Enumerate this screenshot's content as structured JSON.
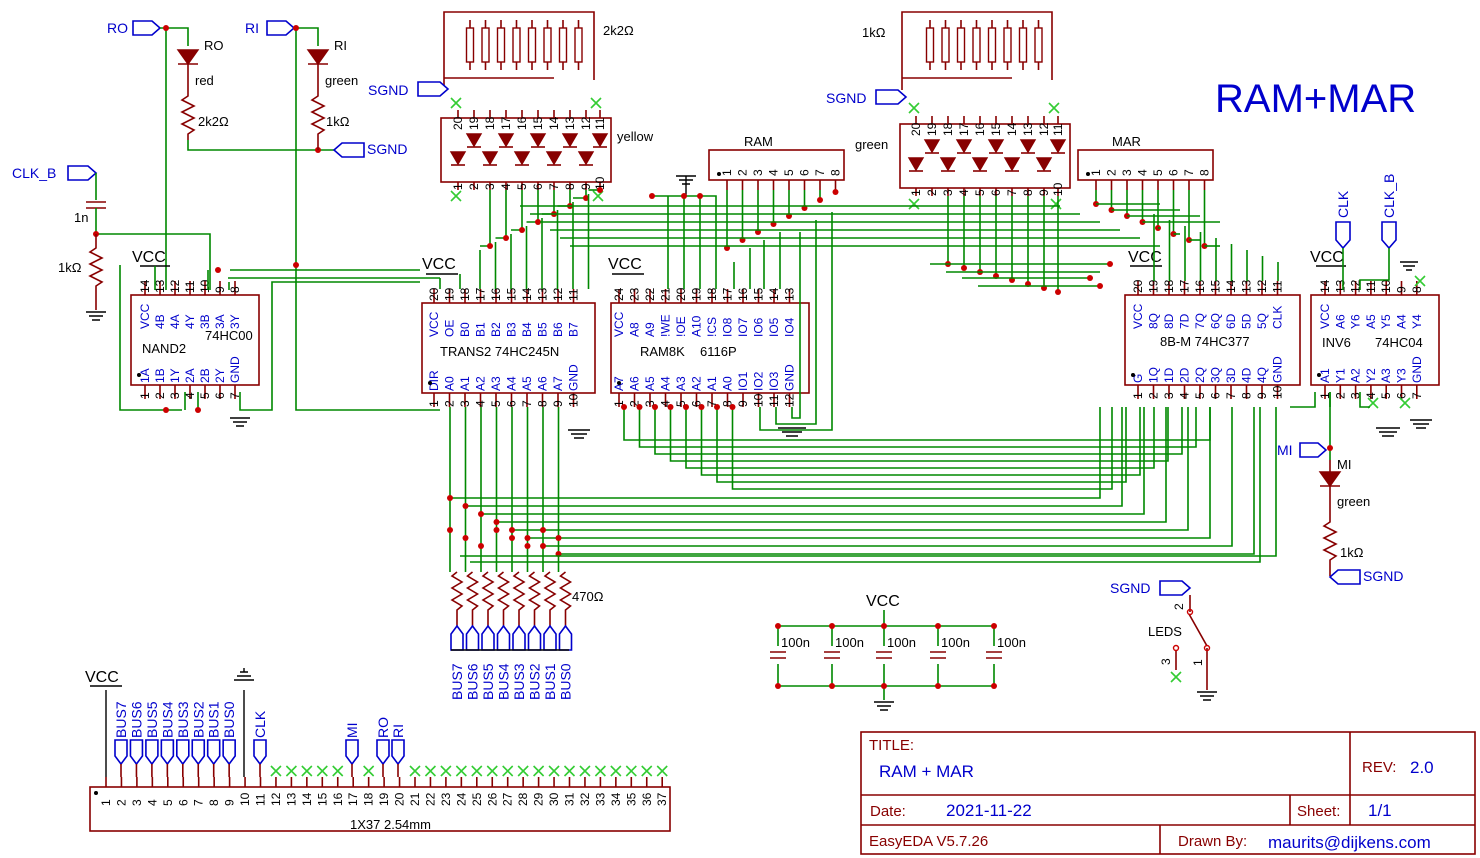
{
  "title_text": "RAM+MAR",
  "labels": {
    "ro": "RO",
    "ri": "RI",
    "clk_b": "CLK_B",
    "sgnd": "SGND",
    "mi": "MI",
    "clk": "CLK",
    "vcc": "VCC"
  },
  "components": {
    "led_ro": "RO",
    "led_ro_color": "red",
    "res_ro": "2k2Ω",
    "led_ri": "RI",
    "led_ri_color": "green",
    "res_ri": "1kΩ",
    "cap_clk": "1n",
    "res_clk": "1kΩ",
    "res_array_top": "2k2Ω",
    "led_bar_yellow": "yellow",
    "res_array_mar": "1kΩ",
    "led_bar_green": "green",
    "header_ram": "RAM",
    "header_mar": "MAR",
    "res_bus": "470Ω",
    "cap": "100n",
    "switch": "LEDS",
    "led_mi": "MI",
    "led_mi_color": "green",
    "res_mi": "1kΩ",
    "connector": "1X37 2.54mm"
  },
  "chips": {
    "nand": {
      "name": "NAND2",
      "part": "74HC00",
      "top_pins": [
        "14",
        "13",
        "12",
        "11",
        "10",
        "9",
        "8"
      ],
      "top_names": [
        "VCC",
        "4B",
        "4A",
        "4Y",
        "3B",
        "3A",
        "3Y"
      ],
      "bot_pins": [
        "1",
        "2",
        "3",
        "4",
        "5",
        "6",
        "7"
      ],
      "bot_names": [
        "1A",
        "1B",
        "1Y",
        "2A",
        "2B",
        "2Y",
        "GND"
      ]
    },
    "trans": {
      "name": "TRANS2",
      "part": "74HC245N",
      "top_pins": [
        "20",
        "19",
        "18",
        "17",
        "16",
        "15",
        "14",
        "13",
        "12",
        "11"
      ],
      "top_names": [
        "VCC",
        "OE",
        "B0",
        "B1",
        "B2",
        "B3",
        "B4",
        "B5",
        "B6",
        "B7"
      ],
      "bot_pins": [
        "1",
        "2",
        "3",
        "4",
        "5",
        "6",
        "7",
        "8",
        "9",
        "10"
      ],
      "bot_names": [
        "DIR",
        "A0",
        "A1",
        "A2",
        "A3",
        "A4",
        "A5",
        "A6",
        "A7",
        "GND"
      ]
    },
    "ram": {
      "name": "RAM8K",
      "part": "6116P",
      "top_pins": [
        "24",
        "23",
        "22",
        "21",
        "20",
        "19",
        "18",
        "17",
        "16",
        "15",
        "14",
        "13"
      ],
      "top_names": [
        "VCC",
        "A8",
        "A9",
        "!WE",
        "!OE",
        "A10",
        "!CS",
        "IO8",
        "IO7",
        "IO6",
        "IO5",
        "IO4"
      ],
      "bot_pins": [
        "1",
        "2",
        "3",
        "4",
        "5",
        "6",
        "7",
        "8",
        "9",
        "10",
        "11",
        "12"
      ],
      "bot_names": [
        "A7",
        "A6",
        "A5",
        "A4",
        "A3",
        "A2",
        "A1",
        "A0",
        "IO1",
        "IO2",
        "IO3",
        "GND"
      ]
    },
    "mar": {
      "name": "8B-M",
      "part": "74HC377",
      "top_pins": [
        "20",
        "19",
        "18",
        "17",
        "16",
        "15",
        "14",
        "13",
        "12",
        "11"
      ],
      "top_names": [
        "VCC",
        "8Q",
        "8D",
        "7D",
        "7Q",
        "6Q",
        "6D",
        "5D",
        "5Q",
        "CLK"
      ],
      "bot_pins": [
        "1",
        "2",
        "3",
        "4",
        "5",
        "6",
        "7",
        "8",
        "9",
        "10"
      ],
      "bot_names": [
        "G",
        "1Q",
        "1D",
        "2D",
        "2Q",
        "3Q",
        "3D",
        "4D",
        "4Q",
        "GND"
      ]
    },
    "inv": {
      "name": "INV6",
      "part": "74HC04",
      "top_pins": [
        "14",
        "13",
        "12",
        "11",
        "10",
        "9",
        "8"
      ],
      "top_names": [
        "VCC",
        "A6",
        "Y6",
        "A5",
        "Y5",
        "A4",
        "Y4"
      ],
      "bot_pins": [
        "1",
        "2",
        "3",
        "4",
        "5",
        "6",
        "7"
      ],
      "bot_names": [
        "A1",
        "Y1",
        "A2",
        "Y2",
        "A3",
        "Y3",
        "GND"
      ]
    }
  },
  "bus_labels": [
    "BUS7",
    "BUS6",
    "BUS5",
    "BUS4",
    "BUS3",
    "BUS2",
    "BUS1",
    "BUS0"
  ],
  "connector_labels": {
    "bus": [
      "BUS7",
      "BUS6",
      "BUS5",
      "BUS4",
      "BUS3",
      "BUS2",
      "BUS1",
      "BUS0"
    ],
    "clk": "CLK",
    "mi": "MI",
    "ro": "RO",
    "ri": "RI"
  },
  "title_block": {
    "title_label": "TITLE:",
    "title": "RAM + MAR",
    "rev_label": "REV:",
    "rev": "2.0",
    "date_label": "Date:",
    "date": "2021-11-22",
    "sheet_label": "Sheet:",
    "sheet": "1/1",
    "tool": "EasyEDA V5.7.26",
    "drawn_label": "Drawn By:",
    "drawn": "maurits@dijkens.com"
  },
  "colors": {
    "wire": "#008800",
    "part": "#880000",
    "label": "#0000cc",
    "junction": "#cc0000",
    "nc": "#33cc33"
  }
}
